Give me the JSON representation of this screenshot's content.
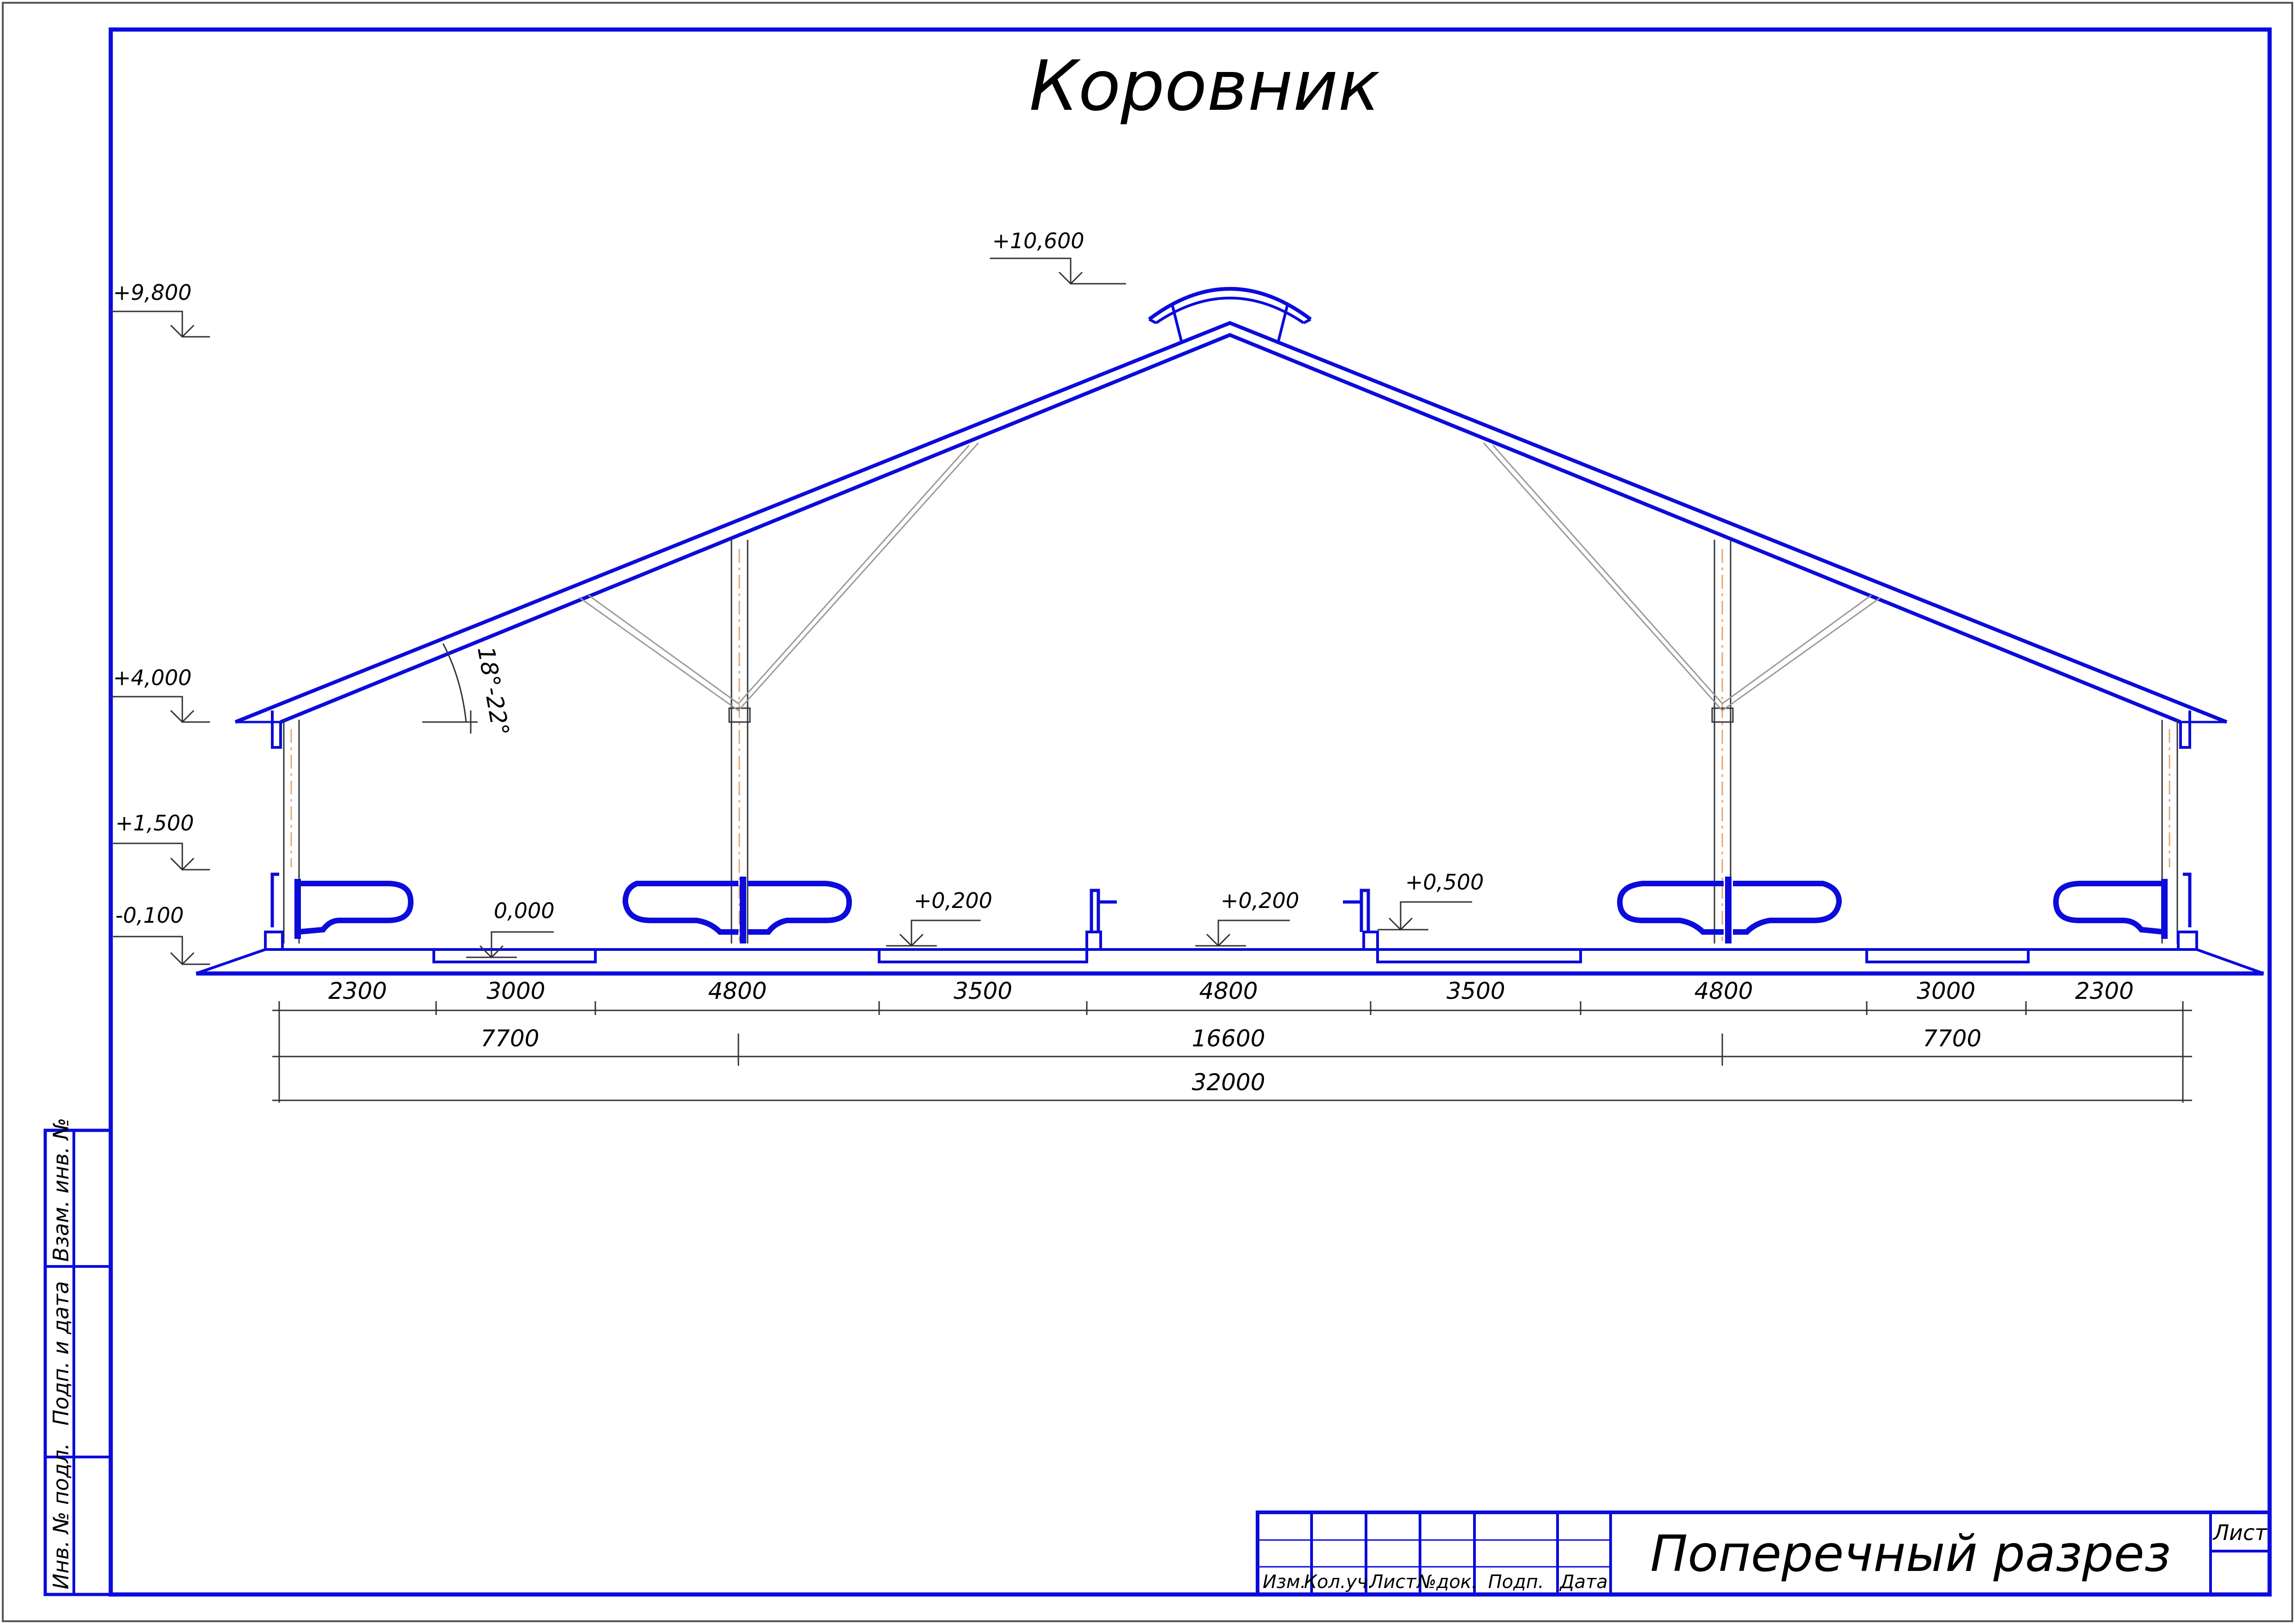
{
  "drawing": {
    "title": "Коровник",
    "sheet_title": "Поперечный разрез",
    "colors": {
      "frame": "#0b0bdc",
      "line": "#333333",
      "auxiliary": "#9a9a9a",
      "axis": "#e8a36a"
    }
  },
  "elevations": {
    "ridge": "+10,600",
    "top": "+9,800",
    "eaves": "+4,000",
    "rail": "+1,500",
    "ground": "-0,100",
    "zero": "0,000",
    "step_left": "+0,200",
    "step_center": "+0,200",
    "step_right": "+0,500"
  },
  "angle": "18°-22°",
  "dimensions": {
    "row1": [
      "2300",
      "3000",
      "4800",
      "3500",
      "4800",
      "3500",
      "4800",
      "3000",
      "2300"
    ],
    "row2": [
      "7700",
      "16600",
      "7700"
    ],
    "total": "32000"
  },
  "side_stamp": [
    "Взам. инв. №",
    "Подп. и дата",
    "Инв. № подл."
  ],
  "title_block": {
    "headers": [
      "Изм.",
      "Кол.уч.",
      "Лист",
      "№док.",
      "Подп.",
      "Дата"
    ],
    "sheet_label": "Лист"
  }
}
